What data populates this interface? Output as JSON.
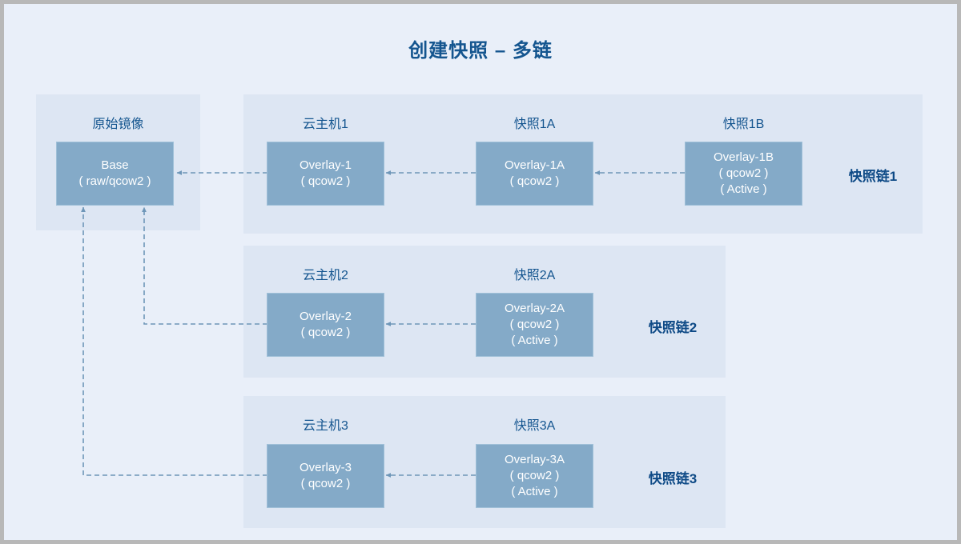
{
  "diagram": {
    "title": "创建快照 – 多链",
    "accent_color": "#14558f",
    "node_fill": "#84aac8",
    "panel_fill": "#dde6f3",
    "canvas_bg": "#e9eff9",
    "connector_color": "#6e96b8"
  },
  "source_panel": {
    "caption": "原始镜像",
    "node": {
      "name": "base-image-node",
      "lines": [
        "Base",
        "( raw/qcow2 )"
      ]
    }
  },
  "chains": [
    {
      "label": "快照链1",
      "nodes": [
        {
          "caption": "云主机1",
          "lines": [
            "Overlay-1",
            "( qcow2 )"
          ]
        },
        {
          "caption": "快照1A",
          "lines": [
            "Overlay-1A",
            "( qcow2 )"
          ]
        },
        {
          "caption": "快照1B",
          "lines": [
            "Overlay-1B",
            "( qcow2 )",
            "( Active )"
          ]
        }
      ]
    },
    {
      "label": "快照链2",
      "nodes": [
        {
          "caption": "云主机2",
          "lines": [
            "Overlay-2",
            "( qcow2 )"
          ]
        },
        {
          "caption": "快照2A",
          "lines": [
            "Overlay-2A",
            "( qcow2 )",
            "( Active )"
          ]
        }
      ]
    },
    {
      "label": "快照链3",
      "nodes": [
        {
          "caption": "云主机3",
          "lines": [
            "Overlay-3",
            "( qcow2 )"
          ]
        },
        {
          "caption": "快照3A",
          "lines": [
            "Overlay-3A",
            "( qcow2 )",
            "( Active )"
          ]
        }
      ]
    }
  ]
}
